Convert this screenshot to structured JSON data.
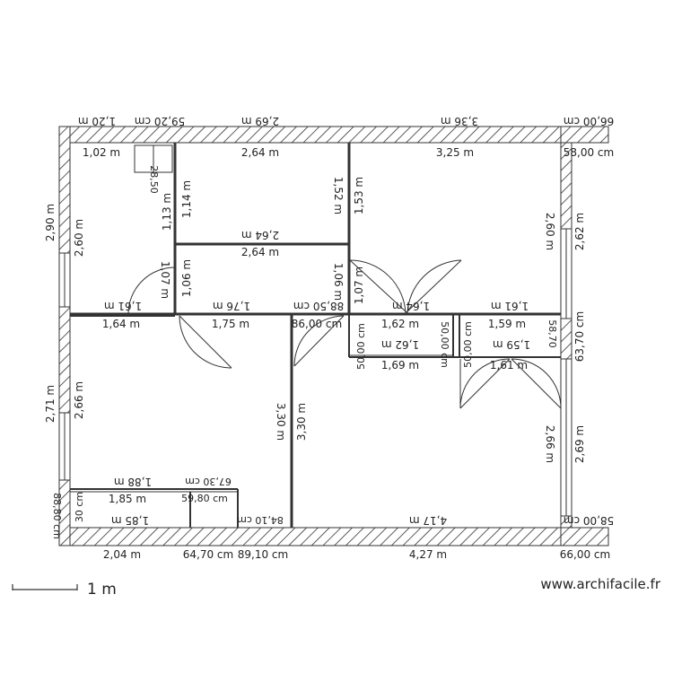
{
  "brand": "www.archifacile.fr",
  "scale_label": "1 m",
  "labels": {
    "ext_top_1": "1,20 m",
    "ext_top_2": "59,20 cm",
    "ext_top_3": "2,69 m",
    "ext_top_4": "3,36 m",
    "ext_top_5": "66,00 cm",
    "room1_w": "1,02 m",
    "room1_small": "28,50",
    "room2_w": "2,64 m",
    "room3_w": "3,25 m",
    "right_58": "58,00 cm",
    "left_h_total": "2,90 m",
    "room1_h": "2,60 m",
    "inner_113": "1,13 m",
    "inner_114": "1,14 m",
    "inner_152": "1,52 m",
    "inner_153": "1,53 m",
    "right_260": "2,60 m",
    "right_262": "2,62 m",
    "corr_264_top": "2,64 m",
    "corr_264": "2,64 m",
    "h_107a": "1,07 m",
    "h_106a": "1,06 m",
    "h_106b": "1,06 m",
    "h_107b": "1,07 m",
    "mid_161": "1,61 m",
    "mid_176": "1,76 m",
    "mid_8850": "88,50 cm",
    "mid_164t": "1,64 m",
    "mid_161b": "1,61 m",
    "mid_164": "1,64 m",
    "mid_175": "1,75 m",
    "mid_8600": "86,00 cm",
    "mid_162": "1,62 m",
    "mid_159": "1,59 m",
    "v_5000a": "50,00 cm",
    "v_5000b": "50,00 cm",
    "v_5000c": "50,00 cm",
    "mid_162b": "1,62 m",
    "mid_159b": "1,59 m",
    "mid_169": "1,69 m",
    "mid_161c": "1,61 m",
    "right_6370": "63,70 cm",
    "right_5870": "58,70",
    "left_271": "2,71 m",
    "room4_h": "2,66 m",
    "v_330a": "3,30 m",
    "v_330b": "3,30 m",
    "right_266": "2,66 m",
    "right_269": "2,69 m",
    "bot_188": "1,88 m",
    "bot_6730": "67,30 cm",
    "bot_185a": "1,85 m",
    "bot_5980": "59,80 cm",
    "bot_185b": "1,85 m",
    "bot_8410": "84,10 cm",
    "bot_inner_417": "4,17 m",
    "bot_inner_5800": "58,00 cm",
    "left_8880": "88,80 cm",
    "left_30": "30 cm",
    "ext_bot_204": "2,04 m",
    "ext_bot_6470": "64,70 cm",
    "ext_bot_8910": "89,10 cm",
    "ext_bot_427": "4,27 m",
    "ext_bot_6600": "66,00 cm"
  }
}
